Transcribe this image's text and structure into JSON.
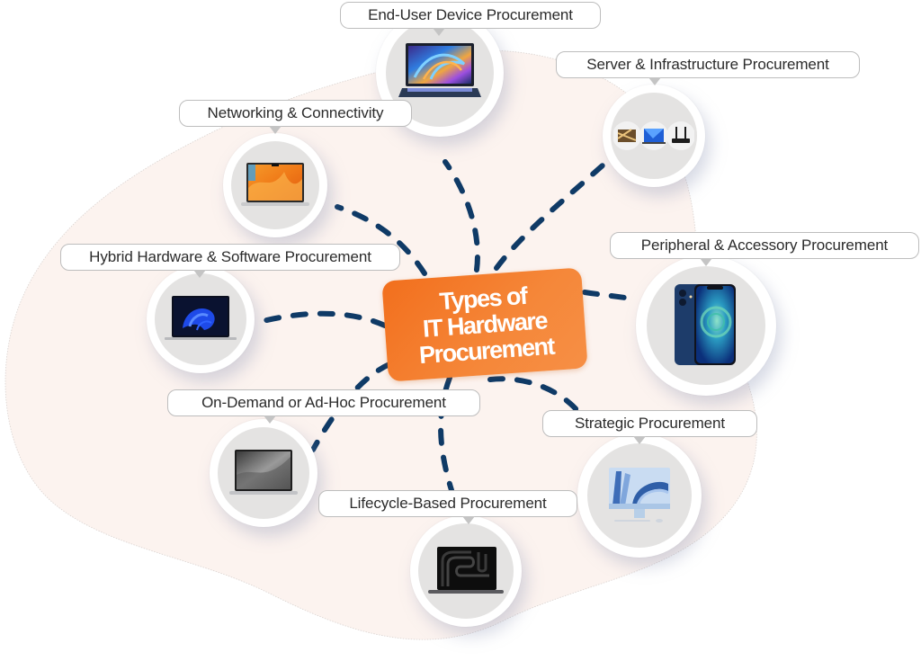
{
  "diagram": {
    "title": "Types of\nIT Hardware\nProcurement",
    "colors": {
      "center_box": "#f37021",
      "connector": "#0f3a66",
      "blob_background": "#fcf3ef",
      "node_inner": "#e4e3e2",
      "label_border": "#bdbdbd",
      "label_text": "#2b2b2b"
    },
    "nodes": [
      {
        "id": "end-user",
        "label": "End-User Device Procurement",
        "icon": "laptop-colorful-swirl-icon"
      },
      {
        "id": "server",
        "label": "Server & Infrastructure Procurement",
        "icon": "server-devices-router-icon"
      },
      {
        "id": "networking",
        "label": "Networking & Connectivity",
        "icon": "laptop-orange-wallpaper-icon"
      },
      {
        "id": "hybrid",
        "label": "Hybrid Hardware & Software Procurement",
        "icon": "laptop-blue-bloom-icon"
      },
      {
        "id": "peripheral",
        "label": "Peripheral & Accessory Procurement",
        "icon": "smartphone-icon"
      },
      {
        "id": "on-demand",
        "label": "On-Demand or Ad-Hoc Procurement",
        "icon": "laptop-silver-icon"
      },
      {
        "id": "strategic",
        "label": "Strategic Procurement",
        "icon": "desktop-monitor-icon"
      },
      {
        "id": "lifecycle",
        "label": "Lifecycle-Based Procurement",
        "icon": "laptop-black-icon"
      }
    ]
  }
}
